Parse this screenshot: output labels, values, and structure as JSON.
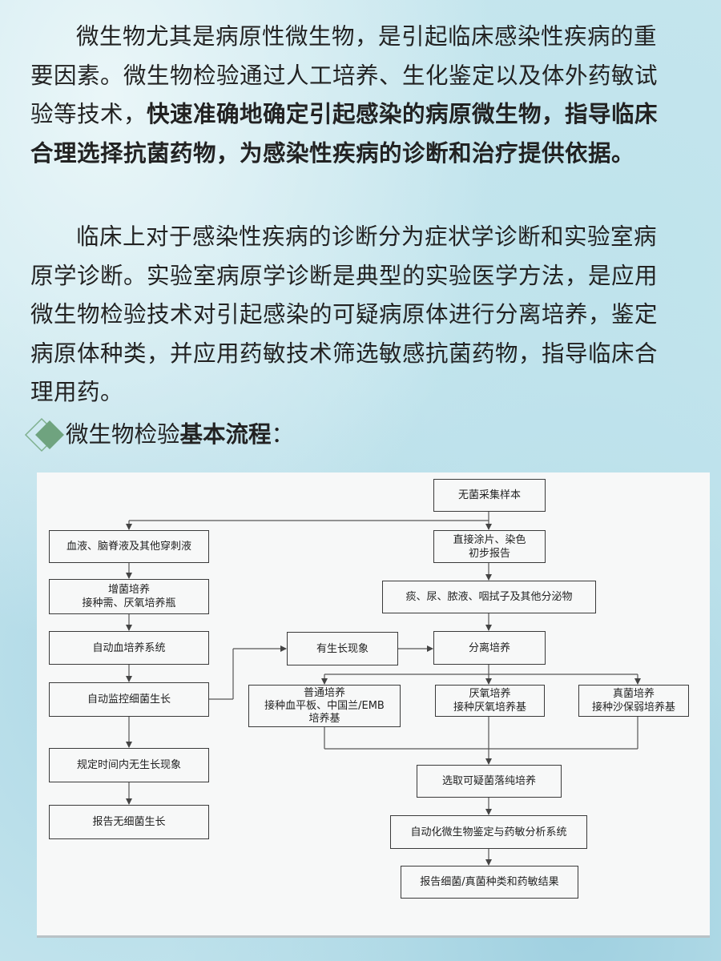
{
  "intro": {
    "p1_lead": "微生物尤其是病原性微生物，是引起临床感染性疾病的重要因素。微生物检验通过人工培养、生化鉴定以及体外药敏试验等技术，",
    "p1_bold": "快速准确地确定引起感染的病原微生物，指导临床合理选择抗菌药物，为感染性疾病的诊断和治疗提供依据。",
    "p2": "临床上对于感染性疾病的诊断分为症状学诊断和实验室病原学诊断。实验室病原学诊断是典型的实验医学方法，是应用微生物检验技术对引起感染的可疑病原体进行分离培养，鉴定病原体种类，并应用药敏技术筛选敏感抗菌药物，指导临床合理用药。"
  },
  "heading": {
    "normal": "微生物检验",
    "bold": "基本流程",
    "colon": "："
  },
  "flowchart": {
    "sample": "无菌采集样本",
    "left": {
      "fluids": "血液、脑脊液及其他穿刺液",
      "enrich_line1": "增菌培养",
      "enrich_line2": "接种需、厌氧培养瓶",
      "auto_system": "自动血培养系统",
      "monitor": "自动监控细菌生长",
      "no_growth": "规定时间内无生长现象",
      "report_none": "报告无细菌生长"
    },
    "growth": "有生长现象",
    "right": {
      "smear_line1": "直接涂片、染色",
      "smear_line2": "初步报告",
      "secretions": "痰、尿、脓液、咽拭子及其他分泌物",
      "isolate": "分离培养",
      "normal_line1": "普通培养",
      "normal_line2": "接种血平板、中国兰/EMB",
      "normal_line3": "培养基",
      "anaerobic_line1": "厌氧培养",
      "anaerobic_line2": "接种厌氧培养基",
      "fungal_line1": "真菌培养",
      "fungal_line2": "接种沙保弱培养基",
      "pure": "选取可疑菌落纯培养",
      "auto_ident": "自动化微生物鉴定与药敏分析系统",
      "report_result": "报告细菌/真菌种类和药敏结果"
    }
  }
}
